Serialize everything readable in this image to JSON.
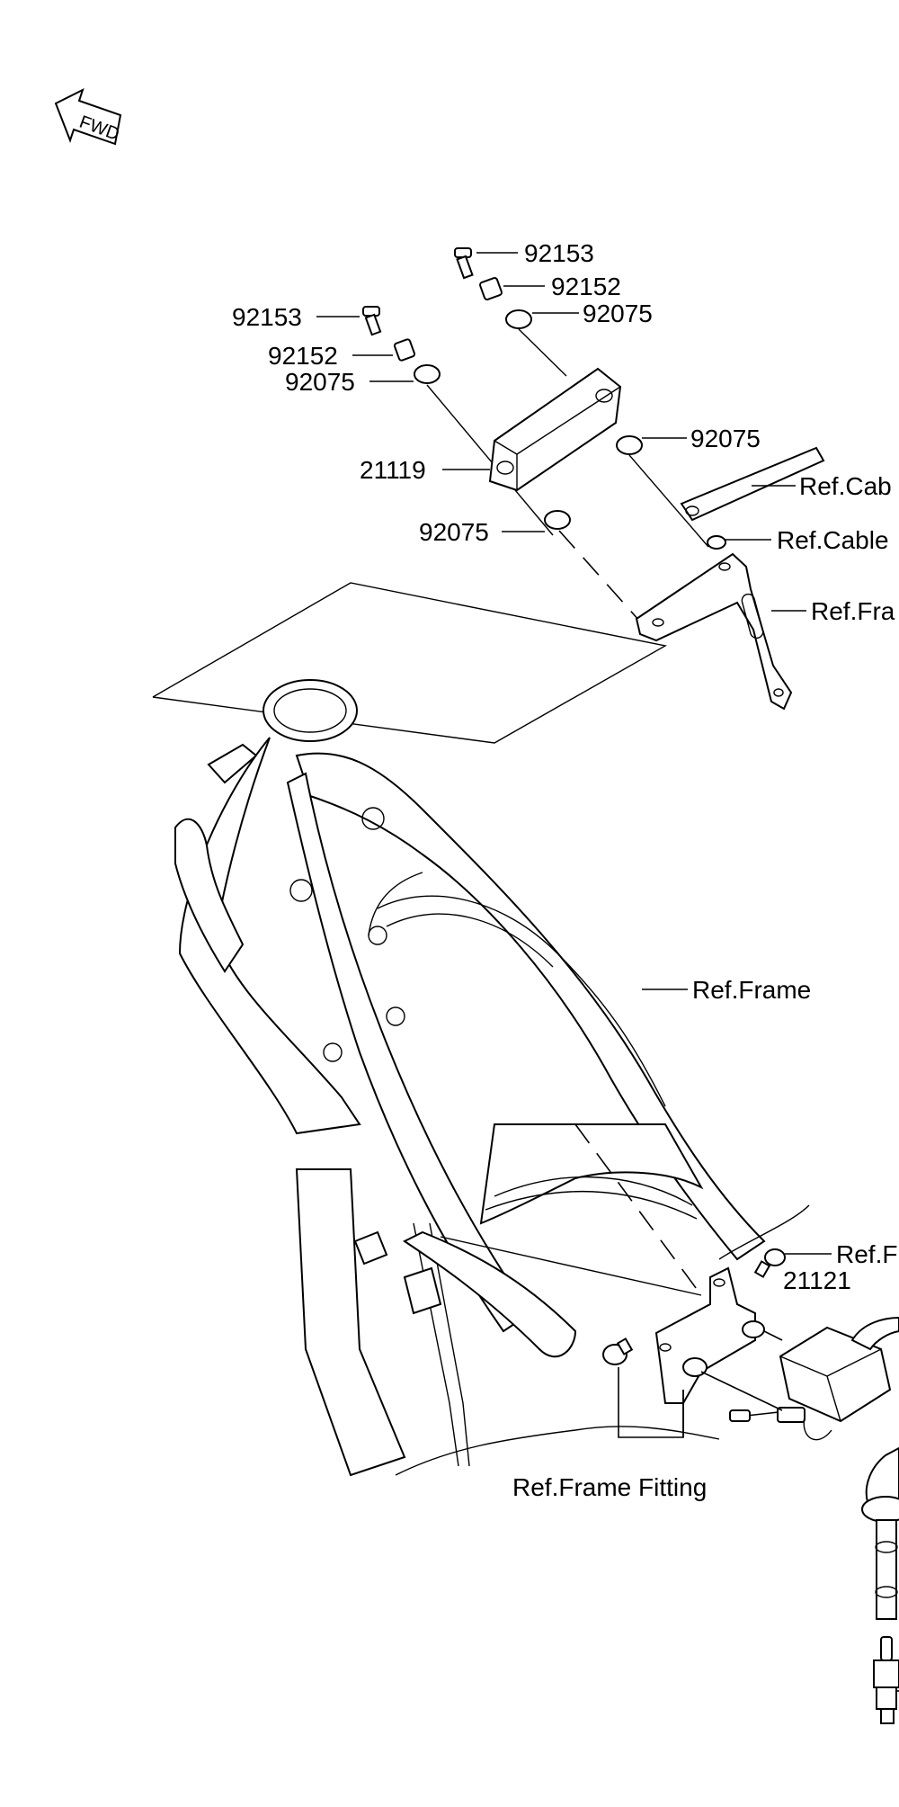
{
  "fwd_marker": {
    "text": "FWD"
  },
  "callouts": [
    {
      "id": "lbl-92153-top",
      "text": "92153"
    },
    {
      "id": "lbl-92152-top",
      "text": "92152"
    },
    {
      "id": "lbl-92075-top",
      "text": "92075"
    },
    {
      "id": "lbl-92153-left",
      "text": "92153"
    },
    {
      "id": "lbl-92152-left",
      "text": "92152"
    },
    {
      "id": "lbl-92075-left",
      "text": "92075"
    },
    {
      "id": "lbl-92075-right",
      "text": "92075"
    },
    {
      "id": "lbl-21119",
      "text": "21119"
    },
    {
      "id": "lbl-ref-cab",
      "text": "Ref.Cab"
    },
    {
      "id": "lbl-92075-lower",
      "text": "92075"
    },
    {
      "id": "lbl-ref-cable",
      "text": "Ref.Cable"
    },
    {
      "id": "lbl-ref-fra",
      "text": "Ref.Fra"
    },
    {
      "id": "lbl-ref-frame",
      "text": "Ref.Frame"
    },
    {
      "id": "lbl-ref-f",
      "text": "Ref.F"
    },
    {
      "id": "lbl-21121",
      "text": "21121"
    },
    {
      "id": "lbl-ref-frame-fitting",
      "text": "Ref.Frame Fitting"
    }
  ]
}
